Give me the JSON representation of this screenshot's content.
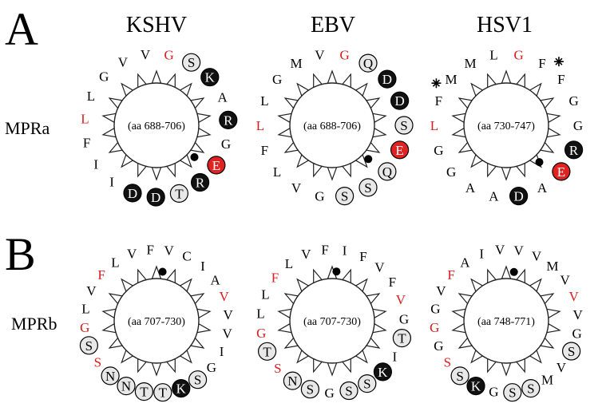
{
  "panel_labels": [
    "A",
    "B"
  ],
  "column_titles": [
    "KSHV",
    "EBV",
    "HSV1"
  ],
  "row_labels": [
    "MPRa",
    "MPRb"
  ],
  "colors": {
    "red_text": "#d62020",
    "black_fill": "#111111",
    "light_fill": "#e8e8e8",
    "red_fill": "#e02222",
    "line": "#222222"
  },
  "wheels": [
    {
      "name": "wheel-kshv-mpra",
      "range": "(aa 688-706)",
      "residues": [
        {
          "t": "G",
          "s": "red"
        },
        {
          "t": "S",
          "s": "light"
        },
        {
          "t": "K",
          "s": "black"
        },
        {
          "t": "A",
          "s": "plain"
        },
        {
          "t": "R",
          "s": "black"
        },
        {
          "t": "G",
          "s": "plain"
        },
        {
          "t": "E",
          "s": "redfill"
        },
        {
          "t": "R",
          "s": "black"
        },
        {
          "t": "T",
          "s": "light"
        },
        {
          "t": "D",
          "s": "black"
        },
        {
          "t": "D",
          "s": "black"
        },
        {
          "t": "I",
          "s": "plain"
        },
        {
          "t": "I",
          "s": "plain"
        },
        {
          "t": "F",
          "s": "plain"
        },
        {
          "t": "L",
          "s": "red"
        },
        {
          "t": "L",
          "s": "plain"
        },
        {
          "t": "G",
          "s": "plain"
        },
        {
          "t": "V",
          "s": "plain"
        },
        {
          "t": "V",
          "s": "plain"
        }
      ]
    },
    {
      "name": "wheel-ebv-mpra",
      "range": "(aa 688-706)",
      "residues": [
        {
          "t": "G",
          "s": "red"
        },
        {
          "t": "Q",
          "s": "light"
        },
        {
          "t": "D",
          "s": "black"
        },
        {
          "t": "D",
          "s": "black"
        },
        {
          "t": "S",
          "s": "light"
        },
        {
          "t": "E",
          "s": "redfill"
        },
        {
          "t": "Q",
          "s": "light"
        },
        {
          "t": "S",
          "s": "light"
        },
        {
          "t": "S",
          "s": "light"
        },
        {
          "t": "G",
          "s": "plain"
        },
        {
          "t": "V",
          "s": "plain"
        },
        {
          "t": "L",
          "s": "plain"
        },
        {
          "t": "F",
          "s": "plain"
        },
        {
          "t": "L",
          "s": "red"
        },
        {
          "t": "L",
          "s": "plain"
        },
        {
          "t": "G",
          "s": "plain"
        },
        {
          "t": "M",
          "s": "plain"
        },
        {
          "t": "V",
          "s": "plain"
        }
      ]
    },
    {
      "name": "wheel-hsv1-mpra",
      "range": "(aa 730-747)",
      "residues": [
        {
          "t": "G",
          "s": "red"
        },
        {
          "t": "F",
          "s": "plain"
        },
        {
          "t": "F",
          "s": "star"
        },
        {
          "t": "G",
          "s": "plain"
        },
        {
          "t": "G",
          "s": "plain"
        },
        {
          "t": "R",
          "s": "black"
        },
        {
          "t": "E",
          "s": "redfill"
        },
        {
          "t": "A",
          "s": "plain"
        },
        {
          "t": "D",
          "s": "black"
        },
        {
          "t": "A",
          "s": "plain"
        },
        {
          "t": "A",
          "s": "plain"
        },
        {
          "t": "G",
          "s": "plain"
        },
        {
          "t": "G",
          "s": "plain"
        },
        {
          "t": "L",
          "s": "red"
        },
        {
          "t": "F",
          "s": "star"
        },
        {
          "t": "M",
          "s": "plain"
        },
        {
          "t": "M",
          "s": "plain"
        },
        {
          "t": "L",
          "s": "plain"
        }
      ]
    },
    {
      "name": "wheel-kshv-mprb",
      "range": "(aa 707-730)",
      "residues": [
        {
          "t": "V",
          "s": "plain"
        },
        {
          "t": "C",
          "s": "plain"
        },
        {
          "t": "I",
          "s": "plain"
        },
        {
          "t": "A",
          "s": "plain"
        },
        {
          "t": "V",
          "s": "red"
        },
        {
          "t": "V",
          "s": "plain"
        },
        {
          "t": "V",
          "s": "plain"
        },
        {
          "t": "I",
          "s": "plain"
        },
        {
          "t": "G",
          "s": "plain"
        },
        {
          "t": "S",
          "s": "light"
        },
        {
          "t": "K",
          "s": "black"
        },
        {
          "t": "T",
          "s": "light"
        },
        {
          "t": "T",
          "s": "light"
        },
        {
          "t": "N",
          "s": "light"
        },
        {
          "t": "N",
          "s": "light"
        },
        {
          "t": "S",
          "s": "red"
        },
        {
          "t": "S",
          "s": "light"
        },
        {
          "t": "G",
          "s": "red"
        },
        {
          "t": "L",
          "s": "plain"
        },
        {
          "t": "V",
          "s": "plain"
        },
        {
          "t": "F",
          "s": "red"
        },
        {
          "t": "L",
          "s": "plain"
        },
        {
          "t": "V",
          "s": "plain"
        },
        {
          "t": "F",
          "s": "plain"
        }
      ]
    },
    {
      "name": "wheel-ebv-mprb",
      "range": "(aa 707-730)",
      "residues": [
        {
          "t": "I",
          "s": "plain"
        },
        {
          "t": "F",
          "s": "plain"
        },
        {
          "t": "V",
          "s": "plain"
        },
        {
          "t": "F",
          "s": "plain"
        },
        {
          "t": "V",
          "s": "red"
        },
        {
          "t": "G",
          "s": "plain"
        },
        {
          "t": "T",
          "s": "light"
        },
        {
          "t": "I",
          "s": "plain"
        },
        {
          "t": "K",
          "s": "black"
        },
        {
          "t": "S",
          "s": "light"
        },
        {
          "t": "S",
          "s": "light"
        },
        {
          "t": "G",
          "s": "plain"
        },
        {
          "t": "S",
          "s": "light"
        },
        {
          "t": "N",
          "s": "light"
        },
        {
          "t": "S",
          "s": "red"
        },
        {
          "t": "T",
          "s": "light"
        },
        {
          "t": "G",
          "s": "red"
        },
        {
          "t": "L",
          "s": "plain"
        },
        {
          "t": "L",
          "s": "plain"
        },
        {
          "t": "F",
          "s": "red"
        },
        {
          "t": "L",
          "s": "plain"
        },
        {
          "t": "V",
          "s": "plain"
        },
        {
          "t": "F",
          "s": "plain"
        }
      ]
    },
    {
      "name": "wheel-hsv1-mprb",
      "range": "(aa 748-771)",
      "residues": [
        {
          "t": "V",
          "s": "plain"
        },
        {
          "t": "V",
          "s": "plain"
        },
        {
          "t": "M",
          "s": "plain"
        },
        {
          "t": "V",
          "s": "plain"
        },
        {
          "t": "V",
          "s": "red"
        },
        {
          "t": "V",
          "s": "plain"
        },
        {
          "t": "G",
          "s": "plain"
        },
        {
          "t": "S",
          "s": "light"
        },
        {
          "t": "V",
          "s": "plain"
        },
        {
          "t": "M",
          "s": "plain"
        },
        {
          "t": "S",
          "s": "light"
        },
        {
          "t": "S",
          "s": "light"
        },
        {
          "t": "G",
          "s": "plain"
        },
        {
          "t": "K",
          "s": "black"
        },
        {
          "t": "S",
          "s": "light"
        },
        {
          "t": "S",
          "s": "red"
        },
        {
          "t": "G",
          "s": "plain"
        },
        {
          "t": "G",
          "s": "red"
        },
        {
          "t": "G",
          "s": "plain"
        },
        {
          "t": "V",
          "s": "plain"
        },
        {
          "t": "F",
          "s": "red"
        },
        {
          "t": "A",
          "s": "plain"
        },
        {
          "t": "I",
          "s": "plain"
        },
        {
          "t": "V",
          "s": "plain"
        }
      ]
    }
  ]
}
